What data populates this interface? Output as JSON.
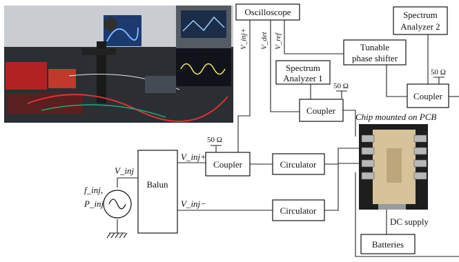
{
  "photo": {
    "alt": "Lab bench photo with oscilloscope, spectrum analyzers and probe station"
  },
  "blocks": {
    "oscilloscope": "Oscilloscope",
    "spectrum_analyzer_1_line1": "Spectrum",
    "spectrum_analyzer_1_line2": "Analyzer 1",
    "spectrum_analyzer_2_line1": "Spectrum",
    "spectrum_analyzer_2_line2": "Analyzer 2",
    "phase_shifter_line1": "Tunable",
    "phase_shifter_line2": "phase shifter",
    "coupler_top": "Coupler",
    "coupler_right": "Coupler",
    "coupler_bottom": "Coupler",
    "circulator_1": "Circulator",
    "circulator_2": "Circulator",
    "balun": "Balun",
    "batteries": "Batteries"
  },
  "labels": {
    "ohm_50": "50 Ω",
    "v_inj_plus_vertical": "V_inj+",
    "v_det": "V_det",
    "v_ref": "V_ref",
    "v_inj": "V_inj",
    "v_inj_plus": "V_inj+",
    "v_inj_minus": "V_inj−",
    "f_inj": "f_inj,",
    "p_inj": "P_inj",
    "chip_caption": "Chip mounted on PCB",
    "dc_supply": "DC supply"
  },
  "colors": {
    "line": "#222222",
    "box_fill": "#ffffff",
    "pcb": "#d7c39a"
  }
}
